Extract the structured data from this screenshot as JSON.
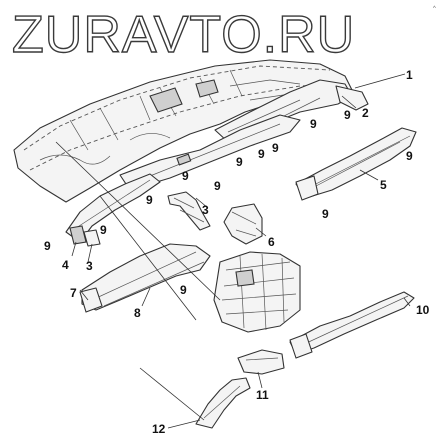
{
  "watermark": "ZURAVTO.RU",
  "corner_mark": "^",
  "callouts": {
    "c1": "1",
    "c2": "2",
    "c3a": "3",
    "c3b": "3",
    "c4": "4",
    "c5": "5",
    "c6": "6",
    "c7": "7",
    "c8": "8",
    "c9a": "9",
    "c9b": "9",
    "c9c": "9",
    "c9d": "9",
    "c9e": "9",
    "c9f": "9",
    "c9g": "9",
    "c9h": "9",
    "c9i": "9",
    "c9j": "9",
    "c9k": "9",
    "c9l": "9",
    "c9m": "9",
    "c10": "10",
    "c11": "11",
    "c12": "12"
  }
}
